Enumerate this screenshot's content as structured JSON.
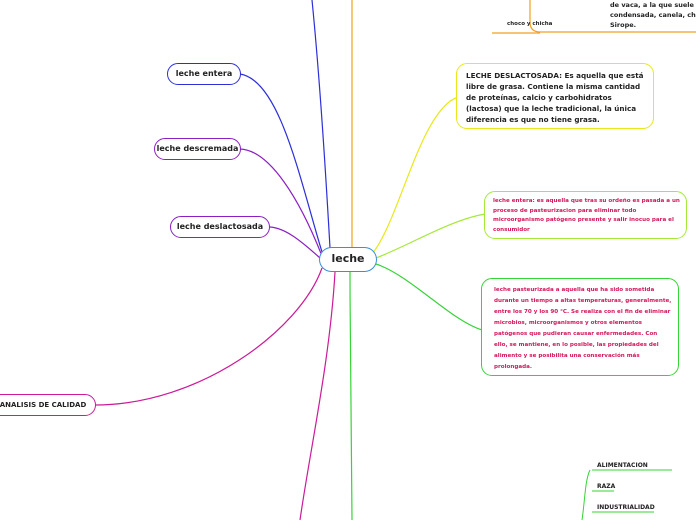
{
  "central": {
    "label": "leche"
  },
  "left_branches": {
    "entera": "leche entera",
    "descremada": "leche descremada",
    "deslactosada": "leche deslactosada",
    "analisis": "ANALISIS DE CALIDAD"
  },
  "right_branches": {
    "top_fragment_line1": "de vaca, a la que suele a",
    "top_fragment_line2": "condensada, canela, chis",
    "top_fragment_line3": "Sirope.",
    "choco": "choco y chicha",
    "deslactosada_def": "LECHE DESLACTOSADA: Es aquella que está libre de grasa.  Contiene la misma cantidad de proteínas,  calcio y carbohidratos (lactosa) que la leche tradicional, la única diferencia es que no tiene grasa.",
    "entera_def": "leche entera: es aquella que tras su ordeño es pasada a un proceso de pasteurizacion para eliminar todo microorganismo patógeno presente y salir inocuo para el consumidor",
    "pasteurizada_def": "leche pasteurizada  a aquella que ha sido sometida durante un tiempo a altas temperaturas, generalmente,  entre los 70 y los 90 °C. Se realiza con el fin de eliminar microbios, microorganismos y otros elementos patógenos que pudieran causar enfermedades.  Con ello, se mantiene,  en lo posible, las propiedades del alimento y se posibilita una conservación más prolongada."
  },
  "bottom_right_items": [
    "ALIMENTACION",
    "RAZA",
    "INDUSTRIALIDAD"
  ],
  "colors": {
    "central": "#3a8fd6",
    "blue": "#2c2fd8",
    "purple": "#8a1fc4",
    "magenta": "#cc1a99",
    "orange": "#f0a020",
    "yellow": "#e8e81a",
    "lime": "#7fdc3a",
    "green": "#36d436",
    "red_text": "#d4145a"
  }
}
